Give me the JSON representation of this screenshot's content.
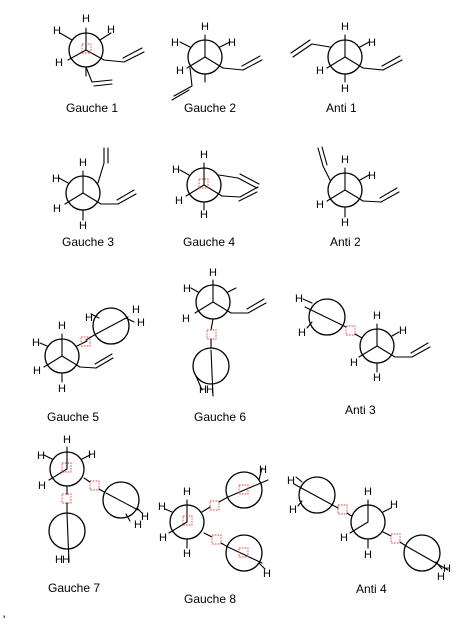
{
  "atom_label": "H",
  "conformers": [
    {
      "id": "gauche-1",
      "label": "Gauche 1"
    },
    {
      "id": "gauche-2",
      "label": "Gauche 2"
    },
    {
      "id": "anti-1",
      "label": "Anti 1"
    },
    {
      "id": "gauche-3",
      "label": "Gauche 3"
    },
    {
      "id": "gauche-4",
      "label": "Gauche 4"
    },
    {
      "id": "anti-2",
      "label": "Anti 2"
    },
    {
      "id": "gauche-5",
      "label": "Gauche 5"
    },
    {
      "id": "gauche-6",
      "label": "Gauche 6"
    },
    {
      "id": "anti-3",
      "label": "Anti 3"
    },
    {
      "id": "gauche-7",
      "label": "Gauche 7"
    },
    {
      "id": "gauche-8",
      "label": "Gauche 8"
    },
    {
      "id": "anti-4",
      "label": "Anti 4"
    }
  ],
  "footnote_mark": "'"
}
